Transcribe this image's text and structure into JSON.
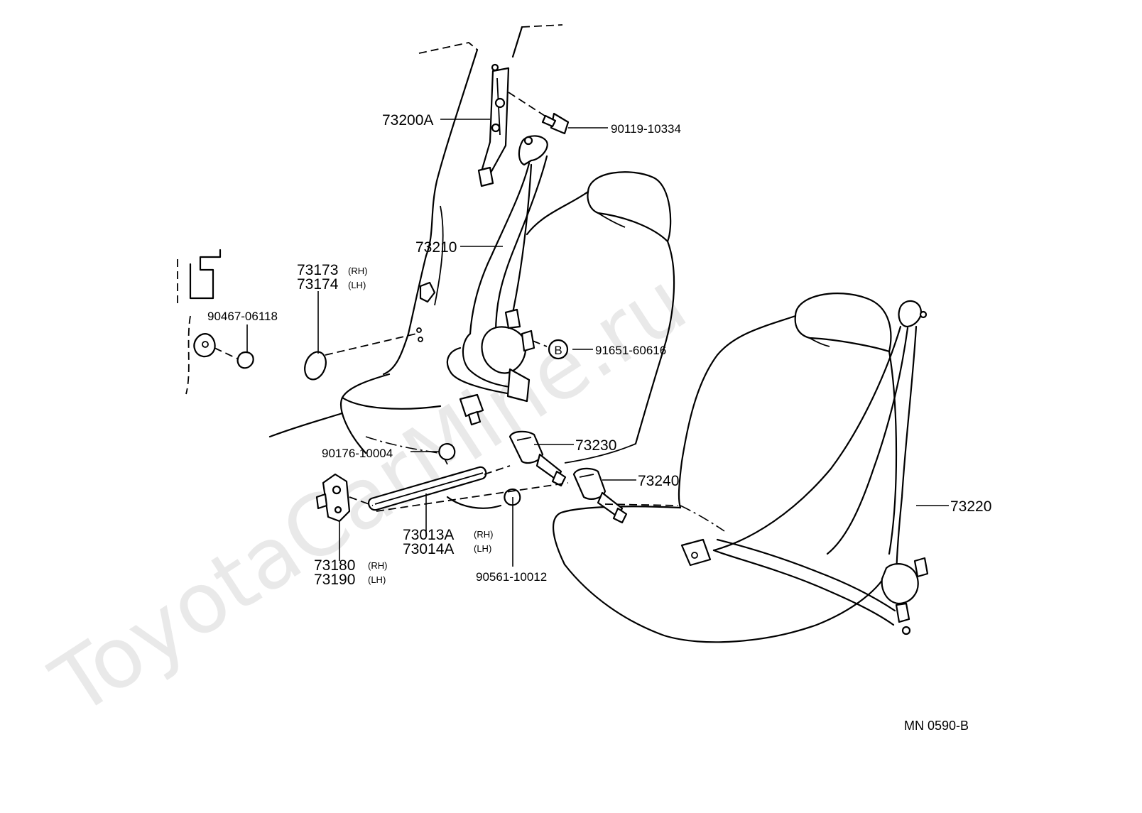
{
  "watermark": "ToyotaCarMine.ru",
  "diagram_code": "MN 0590-B",
  "callout_letter": "B",
  "parts": [
    {
      "id": "p73200A",
      "number": "73200A",
      "suffix": ""
    },
    {
      "id": "p90119",
      "number": "90119-10334",
      "suffix": ""
    },
    {
      "id": "p73210",
      "number": "73210",
      "suffix": ""
    },
    {
      "id": "p73173",
      "number": "73173",
      "suffix": "(RH)"
    },
    {
      "id": "p73174",
      "number": "73174",
      "suffix": "(LH)"
    },
    {
      "id": "p90467",
      "number": "90467-06118",
      "suffix": ""
    },
    {
      "id": "p91651",
      "number": "91651-60616",
      "suffix": ""
    },
    {
      "id": "p90176",
      "number": "90176-10004",
      "suffix": ""
    },
    {
      "id": "p73230",
      "number": "73230",
      "suffix": ""
    },
    {
      "id": "p73240",
      "number": "73240",
      "suffix": ""
    },
    {
      "id": "p73220",
      "number": "73220",
      "suffix": ""
    },
    {
      "id": "p73013A",
      "number": "73013A",
      "suffix": "(RH)"
    },
    {
      "id": "p73014A",
      "number": "73014A",
      "suffix": "(LH)"
    },
    {
      "id": "p90561",
      "number": "90561-10012",
      "suffix": ""
    },
    {
      "id": "p73180",
      "number": "73180",
      "suffix": "(RH)"
    },
    {
      "id": "p73190",
      "number": "73190",
      "suffix": "(LH)"
    }
  ]
}
